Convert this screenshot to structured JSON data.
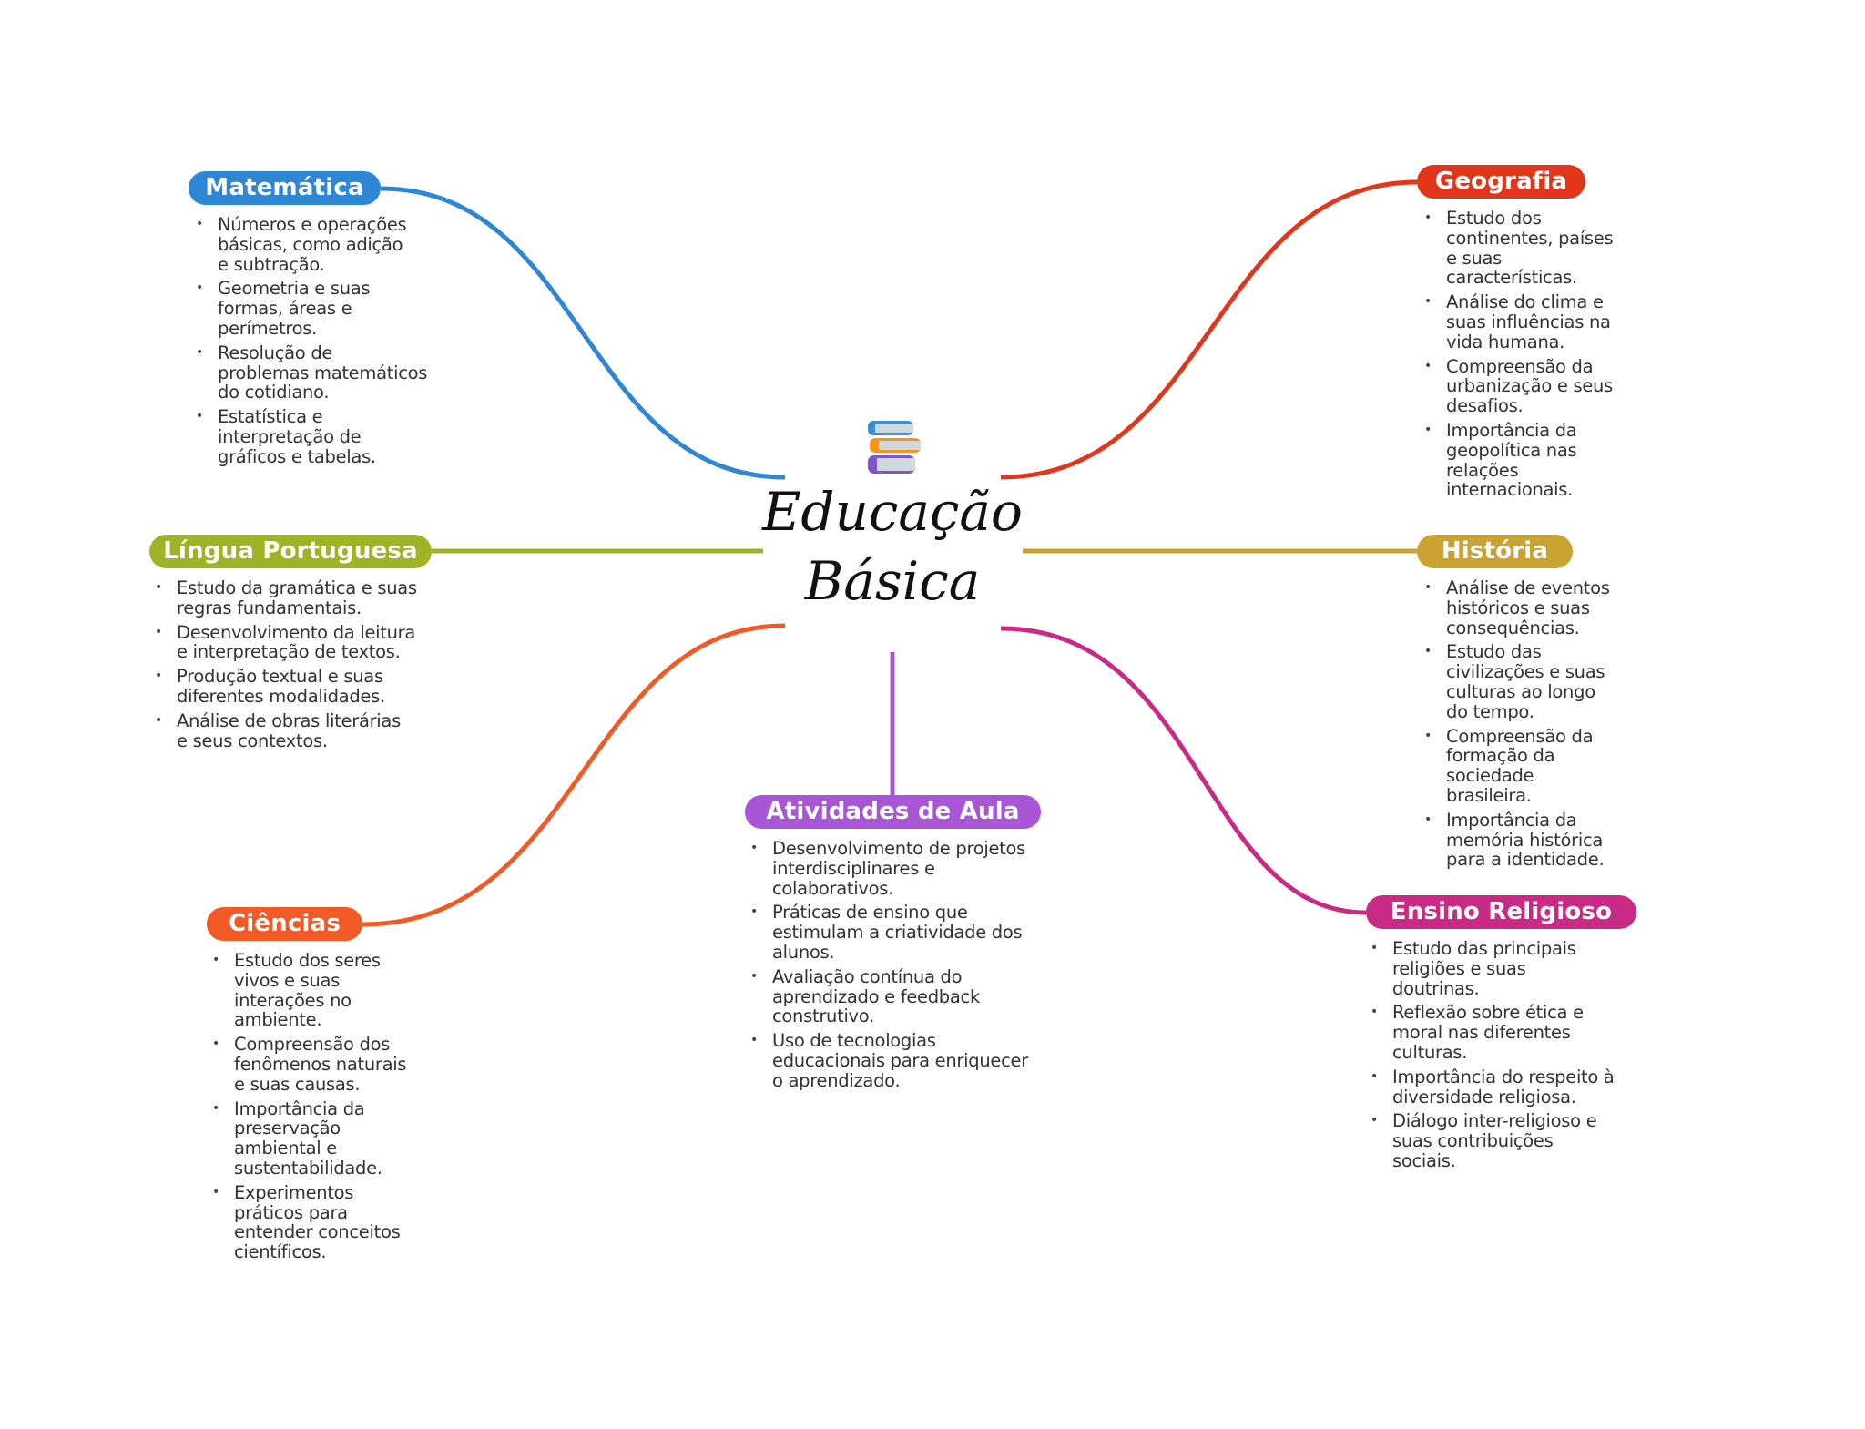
{
  "center": {
    "title_line1": "Educação",
    "title_line2": "Básica",
    "icon": "books-icon"
  },
  "branches": [
    {
      "id": "matematica",
      "label": "Matemática",
      "color": "#2f86d4",
      "items": [
        "Números e operações\nbásicas, como adição\ne subtração.",
        "Geometria e suas\nformas, áreas e\nperímetros.",
        "Resolução de\nproblemas matemáticos\ndo cotidiano.",
        "Estatística e\ninterpretação de\ngráficos e tabelas."
      ]
    },
    {
      "id": "geografia",
      "label": "Geografia",
      "color": "#e2361c",
      "items": [
        "Estudo dos\ncontinentes, países\ne suas\ncaracterísticas.",
        "Análise do clima e\nsuas influências na\nvida humana.",
        "Compreensão da\nurbanização e seus\ndesafios.",
        "Importância da\ngeopolítica nas\nrelações\ninternacionais."
      ]
    },
    {
      "id": "lingua-portuguesa",
      "label": "Língua Portuguesa",
      "color": "#a0b225",
      "items": [
        "Estudo da gramática e suas\nregras fundamentais.",
        "Desenvolvimento da leitura\ne interpretação de textos.",
        "Produção textual e suas\ndiferentes modalidades.",
        "Análise de obras literárias\ne seus contextos."
      ]
    },
    {
      "id": "historia",
      "label": "História",
      "color": "#c9a232",
      "items": [
        "Análise de eventos\nhistóricos e suas\nconsequências.",
        "Estudo das\ncivilizações e suas\nculturas ao longo\ndo tempo.",
        "Compreensão da\nformação da\nsociedade\nbrasileira.",
        "Importância da\nmemória histórica\npara a identidade."
      ]
    },
    {
      "id": "ciencias",
      "label": "Ciências",
      "color": "#f15a24",
      "items": [
        "Estudo dos seres\nvivos e suas\ninterações no\nambiente.",
        "Compreensão dos\nfenômenos naturais\ne suas causas.",
        "Importância da\npreservação\nambiental e\nsustentabilidade.",
        "Experimentos\npráticos para\nentender conceitos\ncientíficos."
      ]
    },
    {
      "id": "atividades-de-aula",
      "label": "Atividades de Aula",
      "color": "#a855d6",
      "items": [
        "Desenvolvimento de projetos\ninterdisciplinares e\ncolaborativos.",
        "Práticas de ensino que\nestimulam a criatividade dos\nalunos.",
        "Avaliação contínua do\naprendizado e feedback\nconstrutivo.",
        "Uso de tecnologias\neducacionais para enriquecer\no aprendizado."
      ]
    },
    {
      "id": "ensino-religioso",
      "label": "Ensino Religioso",
      "color": "#c92a86",
      "items": [
        "Estudo das principais\nreligiões e suas\ndoutrinas.",
        "Reflexão sobre ética e\nmoral nas diferentes\nculturas.",
        "Importância do respeito à\ndiversidade religiosa.",
        "Diálogo inter-religioso e\nsuas contribuições\nsociais."
      ]
    }
  ]
}
